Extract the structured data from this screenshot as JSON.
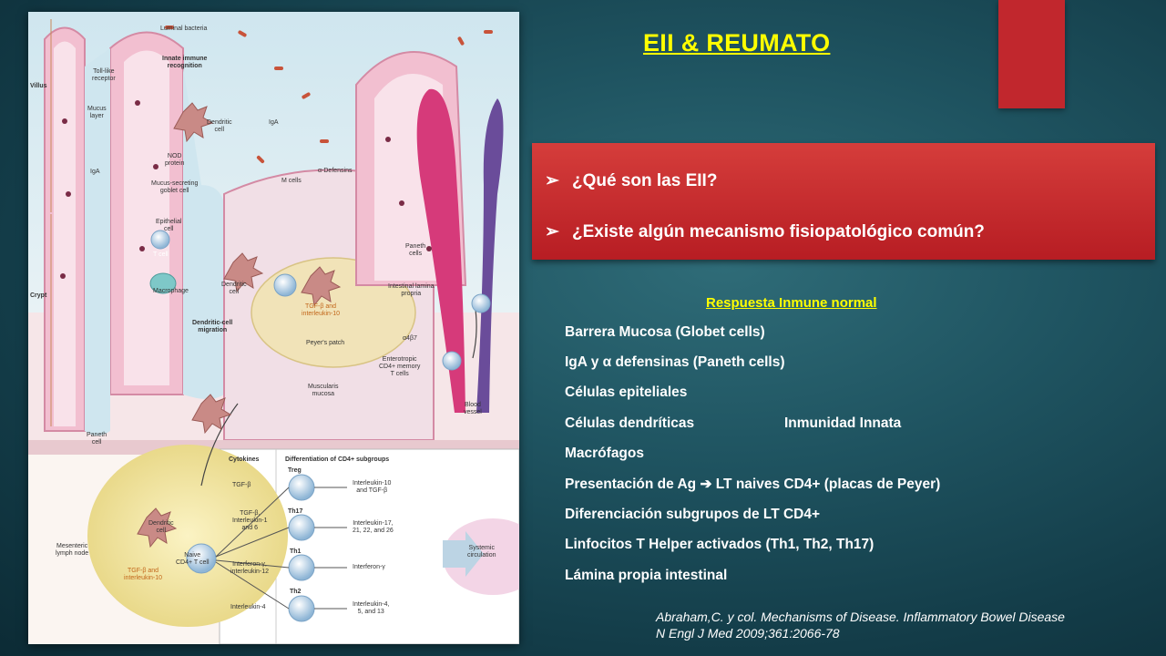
{
  "slide": {
    "title": "EII & REUMATO",
    "questions": [
      "¿Qué son las EII?",
      "¿Existe algún mecanismo fisiopatológico común?"
    ],
    "question_marker": "➢",
    "subtitle": "Respuesta Inmune normal",
    "items": [
      "Barrera Mucosa (Globet cells)",
      "IgA y  α defensinas (Paneth cells)",
      "Células epiteliales",
      "Células dendríticas",
      "Macrófagos",
      "Presentación de Ag ➔ LT naives CD4+ (placas de Peyer)",
      "Diferenciación subgrupos de LT CD4+",
      "Linfocitos T Helper activados (Th1, Th2, Th17)",
      "Lámina propia intestinal"
    ],
    "dendritic_tag": "Inmunidad Innata",
    "reference_line1": "Abraham,C. y col. Mechanisms of Disease. Inflammatory Bowel Disease",
    "reference_line2": "N Engl J Med 2009;361:2066-78"
  },
  "colors": {
    "title": "#ffff00",
    "accent": "#c1272d",
    "question_box": "#c62b2e",
    "text": "#ffffff"
  },
  "figure": {
    "luminal_bacteria": "Luminal bacteria",
    "villus": "Villus",
    "crypt": "Crypt",
    "toll_like": "Toll-like\nreceptor",
    "mucus_layer": "Mucus\nlayer",
    "innate": "Innate immune\nrecognition",
    "dendritic_cell": "Dendritic\ncell",
    "nod": "NOD\nprotein",
    "iga": "IgA",
    "iga2": "IgA",
    "goblet": "Mucus-secreting\ngoblet cell",
    "m_cells": "M cells",
    "alpha_defensins": "α-Defensins",
    "epithelial": "Epithelial\ncell",
    "t_cell": "T cell",
    "paneth": "Paneth\ncells",
    "dendritic_cell2": "Dendritic\ncell",
    "macrophage": "Macrophage",
    "tgf": "TGF-β and\ninterleukin-10",
    "lamina": "Intestinal lamina\npropria",
    "dc_migration": "Dendritic-cell\nmigration",
    "peyers": "Peyer's patch",
    "a4b7": "α4β7",
    "enterotropic": "Enterotropic\nCD4+ memory\nT cells",
    "muscularis": "Muscularis\nmucosa",
    "blood_vessel": "Blood\nvessel",
    "paneth_cell": "Paneth\ncell",
    "cytokines_header": "Cytokines",
    "diff_header": "Differentiation of CD4+ subgroups",
    "cytokine_rows": [
      {
        "cytokine": "TGF-β",
        "subset": "Treg",
        "product": "Interleukin-10\nand TGF-β"
      },
      {
        "cytokine": "TGF-β,\nInterleukin-1\nand 6",
        "subset": "Th17",
        "product": "Interleukin-17,\n21, 22, and 26"
      },
      {
        "cytokine": "Interferon-γ,\ninterleukin-12",
        "subset": "Th1",
        "product": "Interferon-γ"
      },
      {
        "cytokine": "Interleukin-4",
        "subset": "Th2",
        "product": "Interleukin-4,\n5, and 13"
      }
    ],
    "mesenteric": "Mesenteric\nlymph node",
    "dendritic_cell3": "Dendritic\ncell",
    "naive": "Naive\nCD4+ T cell",
    "tgf2": "TGF-β and\ninterleukin-10",
    "systemic": "Systemic\ncirculation"
  }
}
